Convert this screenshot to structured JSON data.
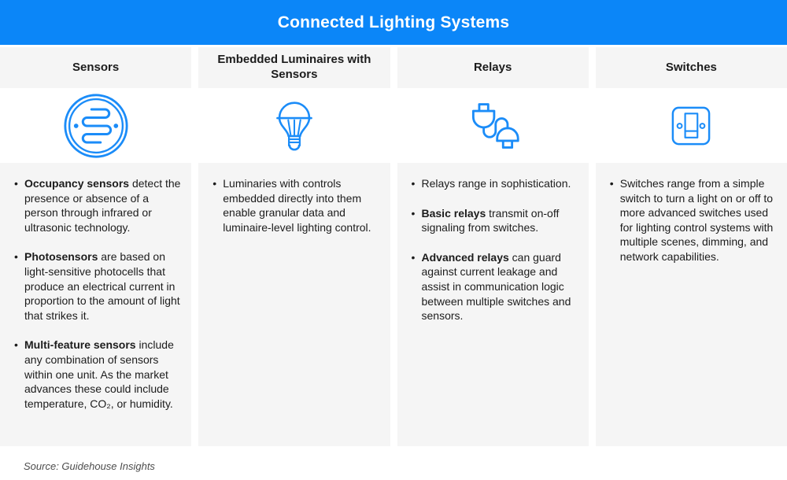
{
  "title": "Connected Lighting Systems",
  "source": "Source: Guidehouse Insights",
  "colors": {
    "accent_blue": "#0b86f8",
    "icon_blue": "#1b8cf8",
    "panel_gray": "#f5f5f5",
    "text": "#1c1c1c"
  },
  "columns": [
    {
      "header": "Sensors",
      "icon": "photocell-sensor-icon",
      "bullets": [
        {
          "lead": "Occupancy sensors",
          "rest": " detect the presence or absence of a person through infrared or ultrasonic technology."
        },
        {
          "lead": "Photosensors",
          "rest": " are based on light-sensitive photocells that produce an electrical current in proportion to the amount of light that strikes it."
        },
        {
          "lead": "Multi-feature sensors",
          "rest": " include any combination of sensors within one unit. As the market advances these could include temperature, CO₂, or humidity."
        }
      ]
    },
    {
      "header": "Embedded Luminaires with Sensors",
      "icon": "led-bulb-icon",
      "bullets": [
        {
          "lead": "",
          "rest": "Luminaries with controls embedded directly into them enable granular data and luminaire-level lighting control."
        }
      ]
    },
    {
      "header": "Relays",
      "icon": "cable-plug-icon",
      "bullets": [
        {
          "lead": "",
          "rest": "Relays range in sophistication."
        },
        {
          "lead": "Basic relays",
          "rest": " transmit on-off signaling from switches."
        },
        {
          "lead": "Advanced relays",
          "rest": " can guard against current leakage and assist in communication logic between multiple switches and sensors."
        }
      ]
    },
    {
      "header": "Switches",
      "icon": "light-switch-icon",
      "bullets": [
        {
          "lead": "",
          "rest": "Switches range from a simple switch to turn a light on or off to more advanced switches used for lighting control systems with multiple scenes, dimming, and network capabilities."
        }
      ]
    }
  ]
}
